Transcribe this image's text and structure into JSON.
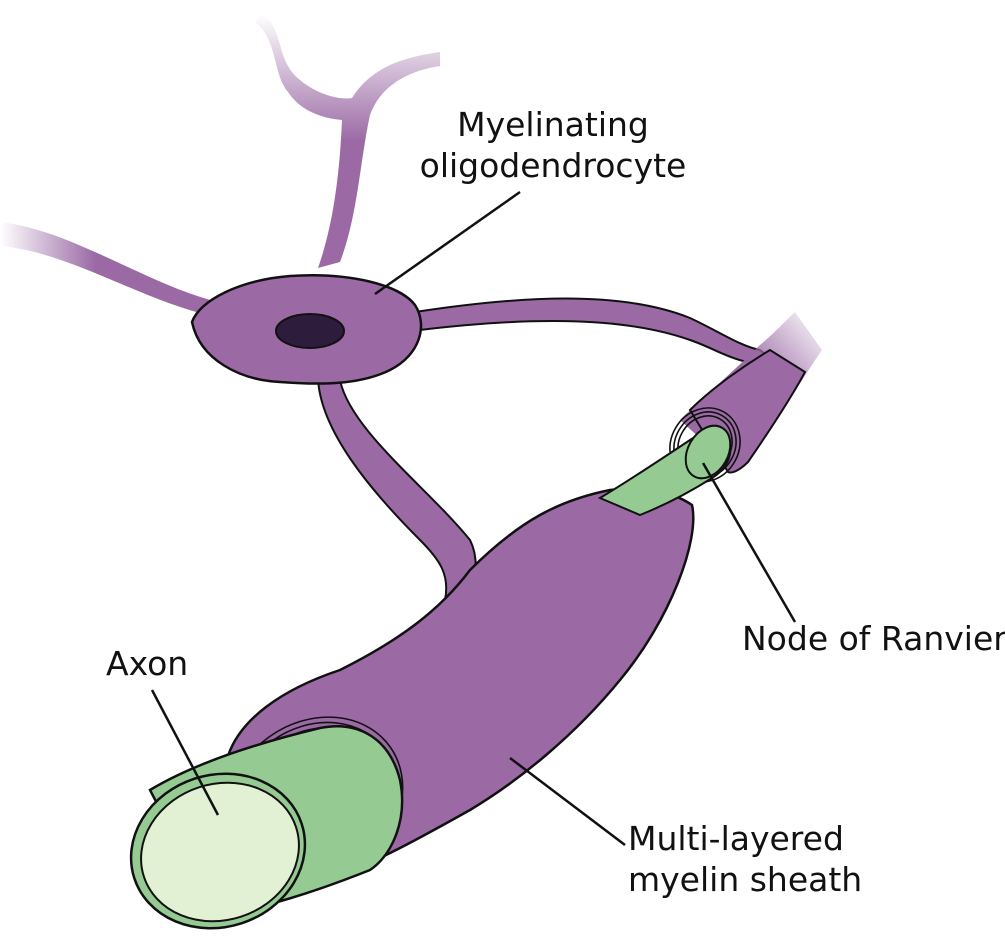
{
  "labels": {
    "oligodendrocyte": [
      "Myelinating",
      "oligodendrocyte"
    ],
    "node": [
      "Node of Ranvier"
    ],
    "axon": [
      "Axon"
    ],
    "sheath": [
      "Multi-layered",
      "myelin sheath"
    ]
  },
  "colors": {
    "myelin": "#9b6aa5",
    "nucleus": "#2e1c3d",
    "axon_shaft": "#95cb93",
    "axon_face": "#e2f0d4",
    "outline": "#111111"
  }
}
